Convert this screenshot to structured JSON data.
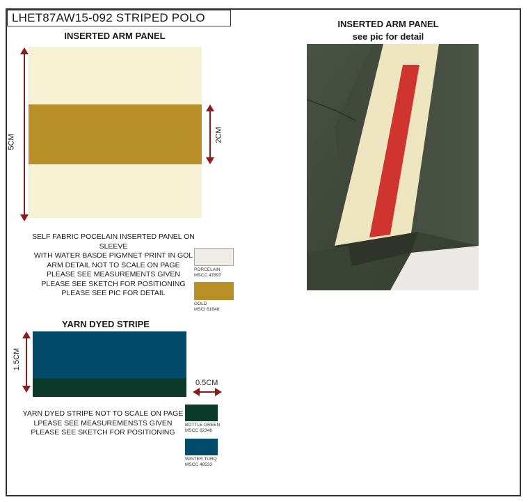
{
  "title": "LHET87AW15-092 STRIPED  POLO",
  "arm_panel": {
    "heading": "INSERTED ARM PANEL",
    "height_dim": "5CM",
    "band_dim": "2CM",
    "notes": [
      "SELF FABRIC POCELAIN INSERTED PANEL ON SLEEVE",
      "WITH WATER BASDE PIGMNET PRINT IN GOL",
      "ARM DETAIL NOT TO SCALE ON PAGE",
      "PLEASE SEE MEASUREMENTS GIVEN",
      "PLEASE SEE SKETCH FOR POSITIONING",
      "PLEASE SEE PIC FOR DETAIL"
    ],
    "swatches": [
      {
        "name": "PORCELAIN",
        "code": "MSCC 47897",
        "color": "#efebe6"
      },
      {
        "name": "GOLD",
        "code": "MSCI 61648",
        "color": "#b99027"
      }
    ],
    "colors": {
      "panel": "#f7f2d4",
      "band": "#b99027"
    }
  },
  "yarn_stripe": {
    "heading": "YARN DYED STRIPE",
    "height_dim": "1.5CM",
    "stripe_dim": "0.5CM",
    "notes": [
      "YARN DYED STRIPE NOT TO SCALE ON PAGE",
      "LPEASE SEE MEASUREMENSTS GIVEN",
      "PLEASE SEE SKETCH FOR POSITIONING"
    ],
    "swatches": [
      {
        "name": "BOTTLE GREEN",
        "code": "MSCC 62346",
        "color": "#0c3a2a"
      },
      {
        "name": "WINTER TURQ",
        "code": "MSCC 48533",
        "color": "#024b6a"
      }
    ]
  },
  "photo_panel": {
    "heading": "INSERTED ARM PANEL",
    "subheading": "see pic for detail"
  },
  "arrow_color": "#8a1c1c"
}
